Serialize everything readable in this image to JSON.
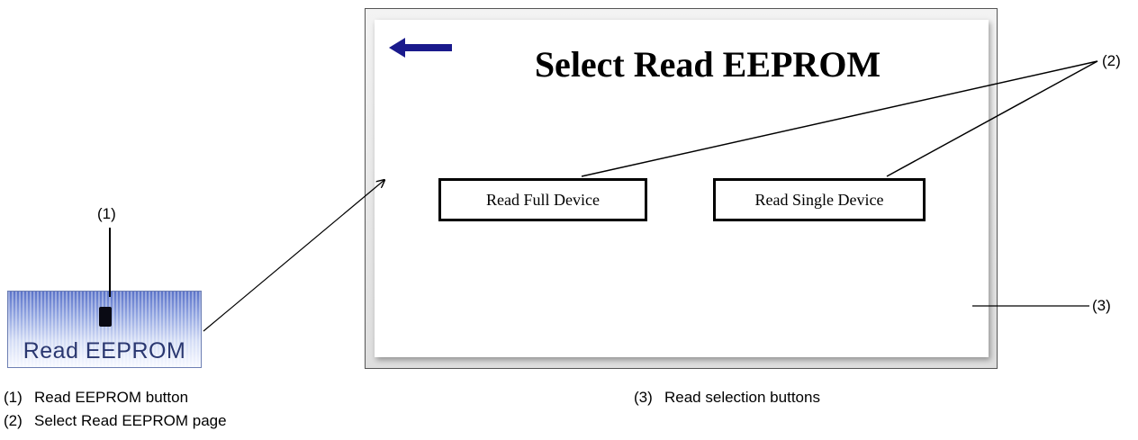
{
  "button": {
    "label": "Read EEPROM",
    "icon": "chip-icon"
  },
  "page": {
    "title": "Select Read EEPROM",
    "back_icon": "back-arrow-icon",
    "buttons": [
      {
        "label": "Read Full Device"
      },
      {
        "label": "Read Single Device"
      }
    ]
  },
  "callouts": {
    "c1": "(1)",
    "c2": "(2)",
    "c3": "(3)"
  },
  "legend": [
    {
      "num": "(1)",
      "text": "Read EEPROM button"
    },
    {
      "num": "(2)",
      "text": "Select Read EEPROM page"
    },
    {
      "num": "(3)",
      "text": "Read selection buttons"
    }
  ],
  "colors": {
    "arrow": "#1a1a8c",
    "button_gradient_top": "#5b73c9",
    "button_text": "#2a3770"
  }
}
